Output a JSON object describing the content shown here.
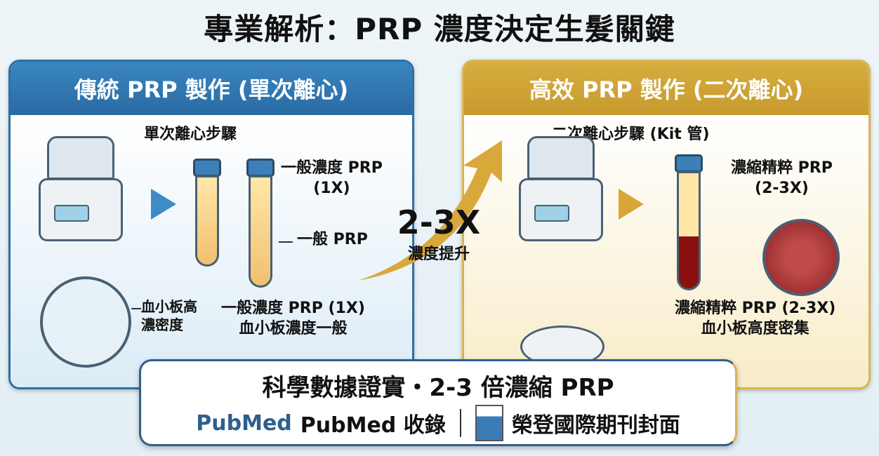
{
  "title": "專業解析：PRP 濃度決定生髮關鍵",
  "left": {
    "header": "傳統 PRP 製作 (單次離心)",
    "step_label": "單次離心步驟",
    "tube_label_top": "一般濃度 PRP\n(1X)",
    "tube_label_mid": "一般 PRP",
    "dish_label": "血小板高\n濃密度",
    "caption": "一般濃度 PRP (1X)\n血小板濃度一般"
  },
  "center": {
    "big": "2-3X",
    "small": "濃度提升"
  },
  "right": {
    "header": "高效 PRP 製作 (二次離心)",
    "step_label": "二次離心步驟 (Kit 管)",
    "tube_label_top": "濃縮精粹 PRP\n(2-3X)",
    "caption": "濃縮精粹 PRP (2-3X)\n血小板高度密集"
  },
  "bottom": {
    "headline": "科學數據證實・2-3 倍濃縮 PRP",
    "pubmed_logo": "PubMed",
    "pubmed_text": "PubMed 收錄",
    "journal_text": "榮登國際期刊封面"
  },
  "colors": {
    "blue": "#2f6fa6",
    "gold": "#d7ad3f"
  }
}
